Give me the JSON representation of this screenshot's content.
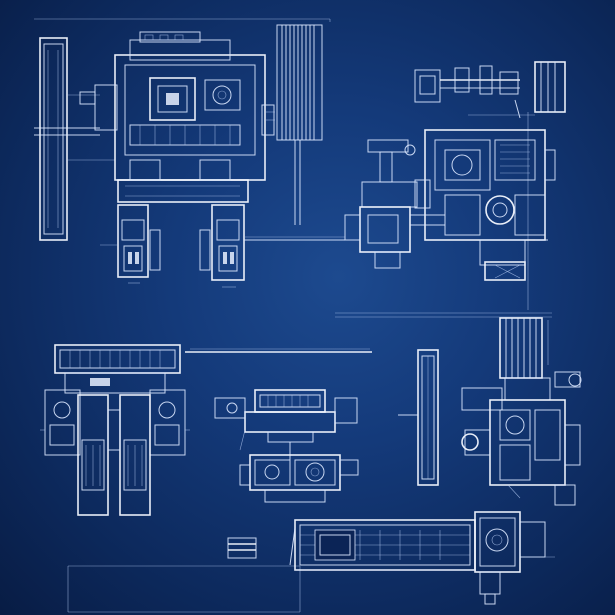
{
  "palette": {
    "background": "#0d2a5e",
    "line": "#dce8ff"
  },
  "drawings": [
    {
      "subject": "machine-assembly-elevation"
    },
    {
      "subject": "mechanism-cluster"
    },
    {
      "subject": "frame-assembly"
    },
    {
      "subject": "gearbox-assembly"
    },
    {
      "subject": "column-mechanism"
    },
    {
      "subject": "horizontal-carriage"
    }
  ]
}
